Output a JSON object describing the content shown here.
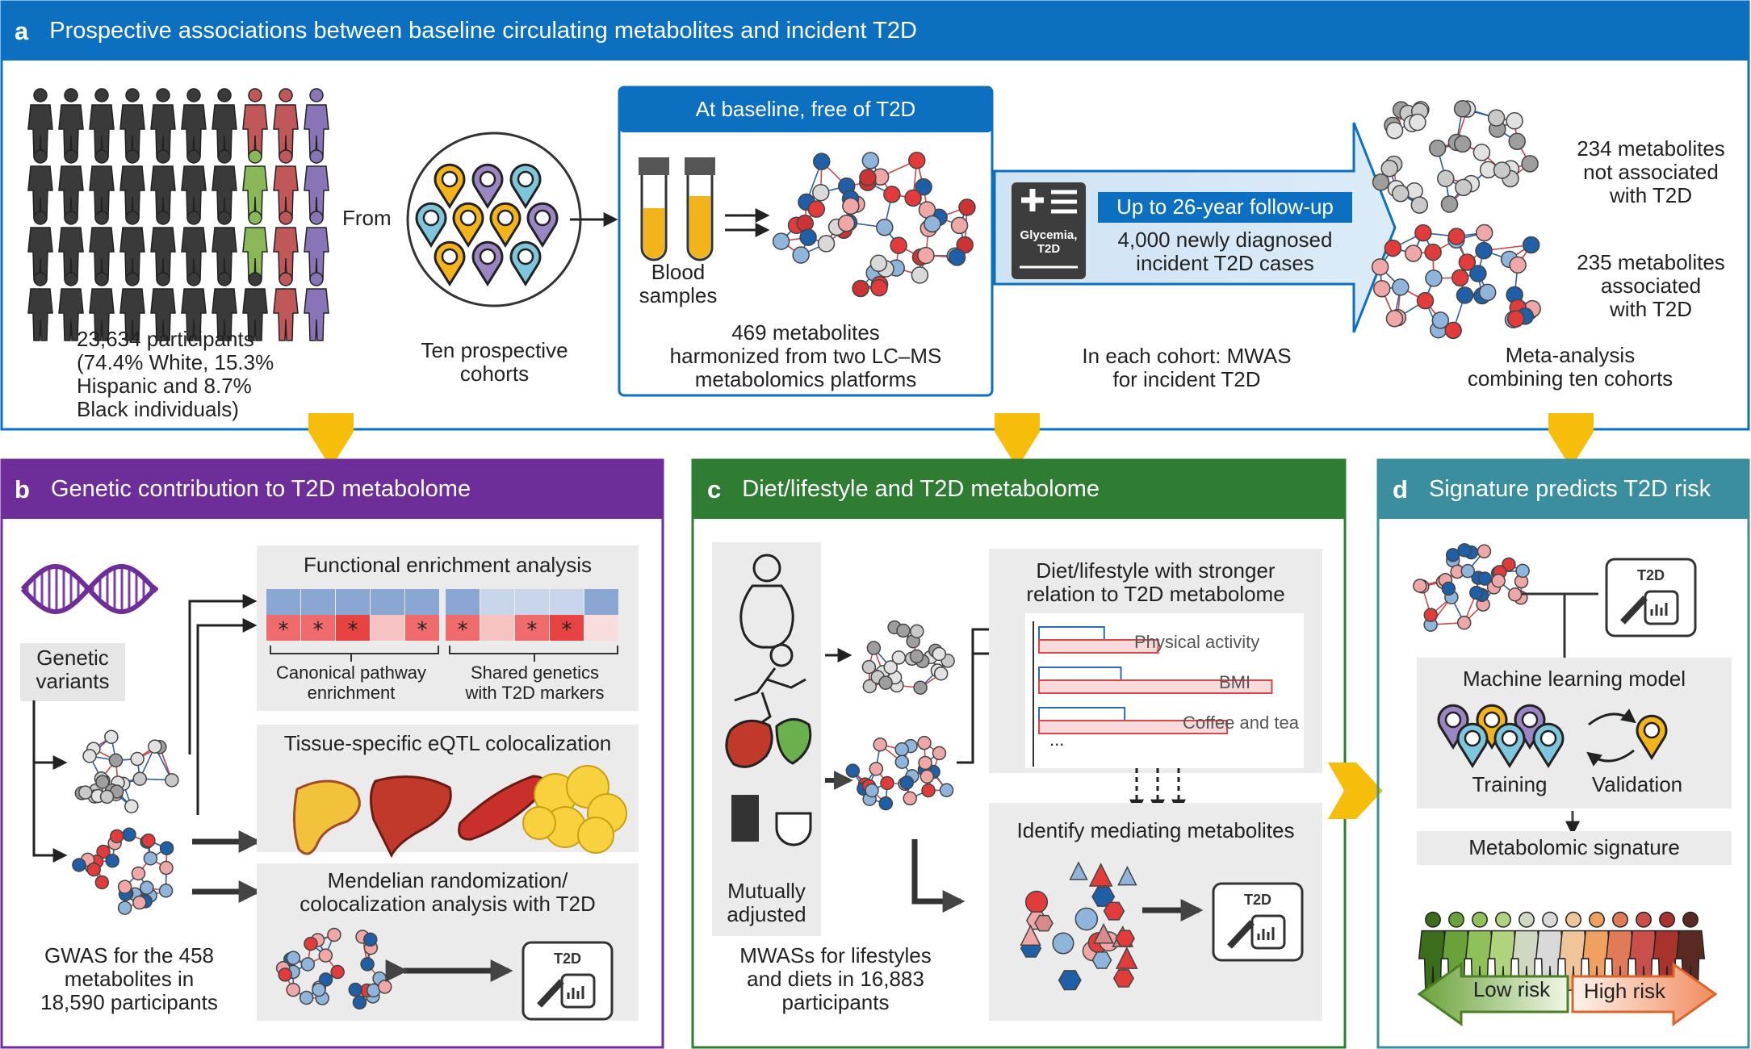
{
  "colors": {
    "panel_a": "#0d6fc0",
    "panel_b": "#6d2e9a",
    "panel_c": "#2e7d32",
    "panel_d": "#3a8e9e",
    "arrow_yellow": "#f6bd0a",
    "gray_box": "#ebebeb",
    "red_node": "#e23b3b",
    "blue_node": "#1f5fa8"
  },
  "panel_a": {
    "letter": "a",
    "title": "Prospective associations between baseline circulating metabolites and incident T2D",
    "participants": "23,634 participants\n(74.4% White, 15.3%\nHispanic and 8.7%\nBlack individuals)",
    "from": "From",
    "cohorts": "Ten prospective\ncohorts",
    "baseline_title": "At baseline, free of T2D",
    "blood": "Blood\nsamples",
    "metabolites": "469 metabolites\nharmonized from two LC–MS\nmetabolomics platforms",
    "glycemia": "Glycemia,\nT2D",
    "followup_title": "Up to 26-year follow-up",
    "cases": "4,000 newly diagnosed\nincident T2D cases",
    "mwas": "In each cohort: MWAS\nfor incident T2D",
    "not_assoc": "234 metabolites\nnot associated\nwith T2D",
    "assoc": "235 metabolites\nassociated\nwith T2D",
    "meta": "Meta-analysis\ncombining ten cohorts"
  },
  "panel_b": {
    "letter": "b",
    "title": "Genetic contribution to T2D metabolome",
    "genetic_variants": "Genetic\nvariants",
    "gwas": "GWAS for the 458\nmetabolites in\n18,590 participants",
    "functional": "Functional enrichment analysis",
    "canonical": "Canonical pathway\nenrichment",
    "shared": "Shared genetics\nwith T2D markers",
    "eqtl": "Tissue-specific eQTL colocalization",
    "mendelian": "Mendelian randomization/\ncolocalization analysis with T2D",
    "t2d_icon": "T2D"
  },
  "panel_c": {
    "letter": "c",
    "title": "Diet/lifestyle and T2D metabolome",
    "mutually": "Mutually\nadjusted",
    "mwass": "MWASs for lifestyles\nand diets in 16,883\nparticipants",
    "stronger": "Diet/lifestyle with stronger\nrelation to T2D metabolome",
    "bars": [
      {
        "label": "Physical activity",
        "blue": 0.35,
        "red": 0.64
      },
      {
        "label": "BMI",
        "blue": 0.44,
        "red": 1.25
      },
      {
        "label": "Coffee and tea",
        "blue": 0.46,
        "red": 1.01
      }
    ],
    "ellipsis": "...",
    "mediating": "Identify mediating metabolites",
    "t2d_icon": "T2D"
  },
  "panel_d": {
    "letter": "d",
    "title": "Signature predicts T2D risk",
    "t2d_icon": "T2D",
    "ml": "Machine learning model",
    "training": "Training",
    "validation": "Validation",
    "signature": "Metabolomic signature",
    "low": "Low risk",
    "high": "High risk"
  }
}
